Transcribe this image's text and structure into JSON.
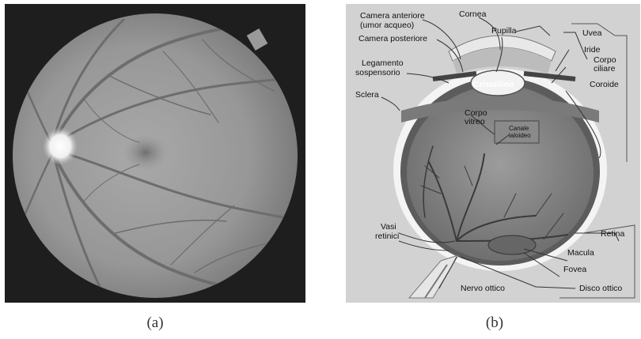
{
  "captions": {
    "a": "(a)",
    "b": "(b)"
  },
  "labels": {
    "camera_anteriore_1": "Camera anteriore",
    "camera_anteriore_2": "(umor acqueo)",
    "camera_posteriore": "Camera posteriore",
    "cornea": "Cornea",
    "pupilla": "Pupilla",
    "uvea": "Uvea",
    "iride": "Iride",
    "corpo_ciliare_1": "Corpo",
    "corpo_ciliare_2": "ciliare",
    "coroide": "Coroide",
    "legamento_1": "Legamento",
    "legamento_2": "sospensorio",
    "cristallino": "Cristallino",
    "sclera": "Sclera",
    "corpo_vitreo_1": "Corpo",
    "corpo_vitreo_2": "vitreo",
    "canale_ialoideo_1": "Canale",
    "canale_ialoideo_2": "ialoideo",
    "vasi_retinici_1": "Vasi",
    "vasi_retinici_2": "retinici",
    "retina": "Retina",
    "macula": "Macula",
    "fovea": "Fovea",
    "nervo_ottico": "Nervo ottico",
    "disco_ottico": "Disco ottico"
  }
}
